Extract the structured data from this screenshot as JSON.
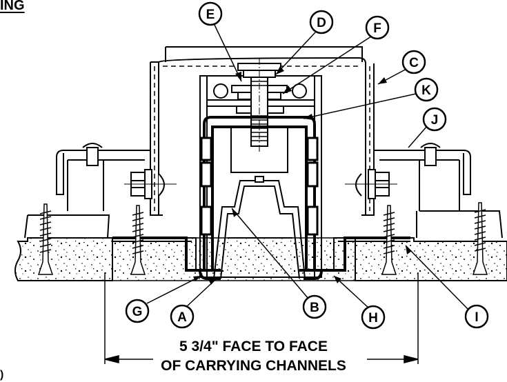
{
  "heading_fragment": "ING",
  "margin_fragment": ")",
  "caption": {
    "line1": "5 3/4\" FACE TO FACE",
    "line2": "OF CARRYING CHANNELS"
  },
  "callouts": {
    "A": "A",
    "B": "B",
    "C": "C",
    "D": "D",
    "E": "E",
    "F": "F",
    "G": "G",
    "H": "H",
    "I": "I",
    "J": "J",
    "K": "K"
  }
}
